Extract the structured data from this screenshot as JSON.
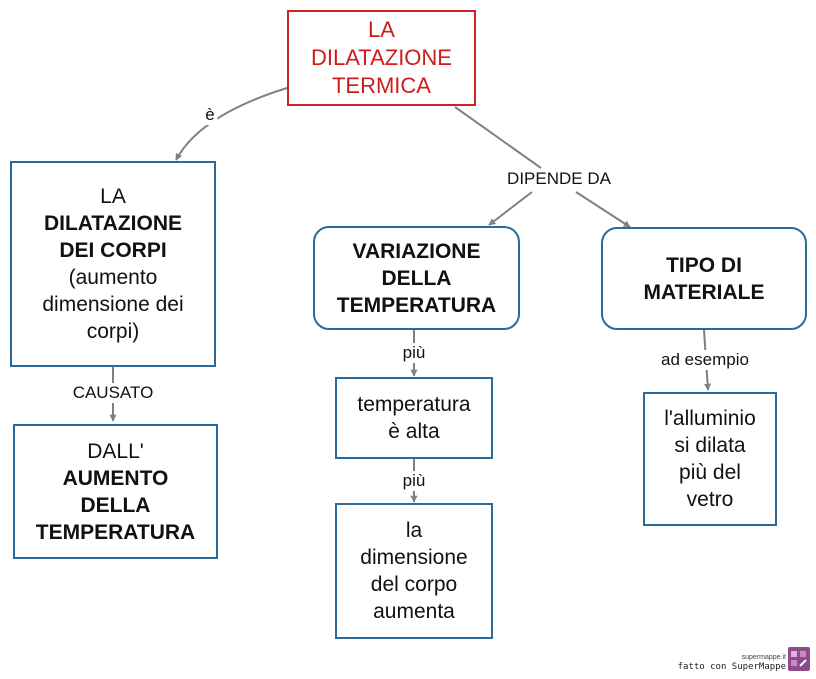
{
  "colors": {
    "title": "#cc1c1c",
    "node_border": "#2b6a99",
    "edge": "#808080",
    "logo": "#8e4a8c"
  },
  "nodes": {
    "title": {
      "lines": [
        "LA",
        "DILATAZIONE",
        "TERMICA"
      ]
    },
    "dilatazione_corpi": {
      "lines": [
        {
          "text": "LA",
          "bold": false
        },
        {
          "text": "DILATAZIONE",
          "bold": true
        },
        {
          "text": "DEI CORPI",
          "bold": true
        },
        {
          "text": "(aumento",
          "bold": false
        },
        {
          "text": "dimensione dei",
          "bold": false
        },
        {
          "text": "corpi)",
          "bold": false
        }
      ]
    },
    "aumento_temperatura": {
      "lines": [
        {
          "text": "DALL'",
          "bold": false
        },
        {
          "text": "AUMENTO",
          "bold": true
        },
        {
          "text": "DELLA",
          "bold": true
        },
        {
          "text": "TEMPERATURA",
          "bold": true
        }
      ]
    },
    "variazione_temperatura": {
      "lines": [
        "VARIAZIONE",
        "DELLA",
        "TEMPERATURA"
      ]
    },
    "tipo_materiale": {
      "lines": [
        "TIPO DI",
        "MATERIALE"
      ]
    },
    "temperatura_alta": {
      "lines": [
        "temperatura",
        "è alta"
      ]
    },
    "dimensione_aumenta": {
      "lines": [
        "la",
        "dimensione",
        "del corpo",
        "aumenta"
      ]
    },
    "alluminio": {
      "lines": [
        "l'alluminio",
        "si dilata",
        "più del",
        "vetro"
      ]
    }
  },
  "edge_labels": {
    "e": "è",
    "dipende_da": "DIPENDE DA",
    "causato": "CAUSATO",
    "piu_1": "più",
    "piu_2": "più",
    "ad_esempio": "ad esempio"
  },
  "footer": {
    "site": "supermappe.it",
    "made_with": "fatto con SuperMappe"
  }
}
